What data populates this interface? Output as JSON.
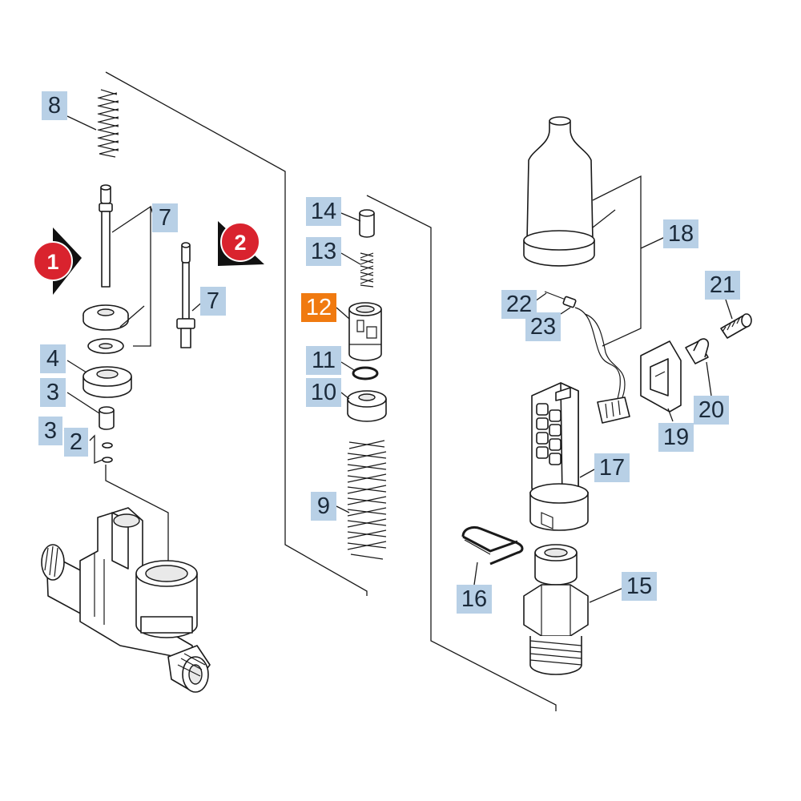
{
  "callouts": [
    {
      "id": "c8",
      "text": "8"
    },
    {
      "id": "c7a",
      "text": "7"
    },
    {
      "id": "c7b",
      "text": "7"
    },
    {
      "id": "c4",
      "text": "4"
    },
    {
      "id": "c3a",
      "text": "3"
    },
    {
      "id": "c3b",
      "text": "3"
    },
    {
      "id": "c2",
      "text": "2"
    },
    {
      "id": "c14",
      "text": "14"
    },
    {
      "id": "c13",
      "text": "13"
    },
    {
      "id": "c12",
      "text": "12",
      "highlighted": true
    },
    {
      "id": "c11",
      "text": "11"
    },
    {
      "id": "c10",
      "text": "10"
    },
    {
      "id": "c9",
      "text": "9"
    },
    {
      "id": "c18",
      "text": "18"
    },
    {
      "id": "c21",
      "text": "21"
    },
    {
      "id": "c22",
      "text": "22"
    },
    {
      "id": "c23",
      "text": "23"
    },
    {
      "id": "c20",
      "text": "20"
    },
    {
      "id": "c19",
      "text": "19"
    },
    {
      "id": "c17",
      "text": "17"
    },
    {
      "id": "c16",
      "text": "16"
    },
    {
      "id": "c15",
      "text": "15"
    }
  ],
  "markers": [
    {
      "id": "m1",
      "text": "1"
    },
    {
      "id": "m2",
      "text": "2"
    }
  ],
  "colors": {
    "callout_bg": "#b8d0e6",
    "highlight_bg": "#f07a10",
    "marker_red": "#d9232e"
  }
}
